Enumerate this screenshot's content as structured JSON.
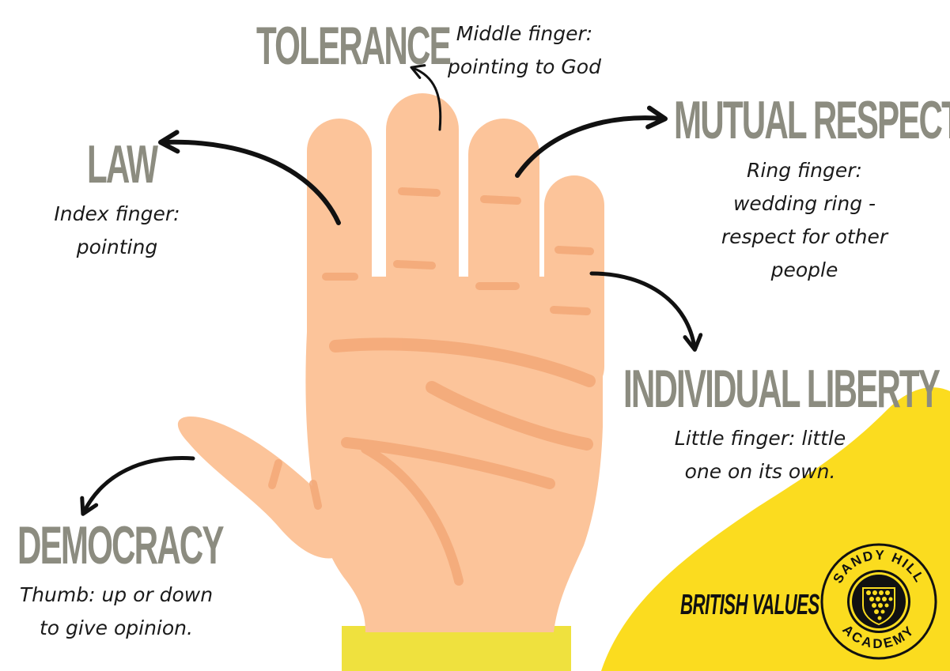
{
  "values": {
    "tolerance": {
      "title": "TOLERANCE",
      "desc": [
        "Middle finger:",
        "pointing to God"
      ]
    },
    "law": {
      "title": "LAW",
      "desc": [
        "Index finger:",
        "pointing"
      ]
    },
    "mutual_respect": {
      "title": "MUTUAL RESPECT",
      "desc": [
        "Ring finger:",
        "wedding ring  -",
        "respect for other",
        "people"
      ]
    },
    "individual_liberty": {
      "title": "INDIVIDUAL LIBERTY",
      "desc": [
        "Little finger: little",
        "one on its own."
      ]
    },
    "democracy": {
      "title": "DEMOCRACY",
      "desc": [
        "Thumb: up or down",
        "to give opinion."
      ]
    }
  },
  "footer": {
    "label": "BRITISH VALUES",
    "badge_top": "SANDY HILL",
    "badge_bottom": "ACADEMY"
  },
  "colors": {
    "title_gray": "#8c8c80",
    "skin": "#fcc49a",
    "skin_line": "#f3a877",
    "sleeve": "#efe13e",
    "blob_yellow": "#fbdc1f",
    "arrow": "#111111"
  },
  "icons": [
    "curved-arrow-icon",
    "hand-illustration",
    "shield-icon",
    "school-badge"
  ]
}
